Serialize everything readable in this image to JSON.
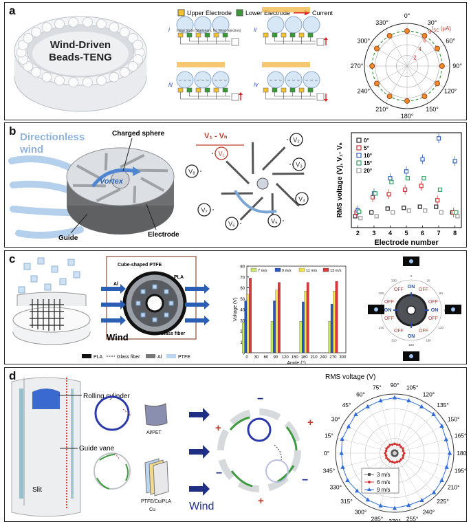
{
  "panel_a": {
    "label": "a",
    "device_title_line1": "Wind-Driven",
    "device_title_line2": "Beads-TENG",
    "legend": [
      "Upper Electrode",
      "Lower Electrode",
      "Current"
    ],
    "steps": [
      "i",
      "ii",
      "iii",
      "iv"
    ],
    "step_i_caption": "Initial State (Stationary, No Wind Injection)",
    "polar": {
      "angle_labels": [
        "0°",
        "30°",
        "60°",
        "90°",
        "120°",
        "150°",
        "180°",
        "210°",
        "240°",
        "270°",
        "300°",
        "330°"
      ],
      "radial_ticks": [
        "2",
        "4",
        "6",
        "8"
      ],
      "unit_label": "I",
      "unit_sub": "SC",
      "unit_suffix": " (μA)"
    },
    "colors": {
      "upper": "#f2c230",
      "lower": "#3a9a3a",
      "current": "#e02020"
    }
  },
  "panel_b": {
    "label": "b",
    "wind_line1": "Directionless",
    "wind_line2": "wind",
    "charged_sphere": "Charged sphere",
    "vortex": "Vortex",
    "guide": "Guide",
    "electrode": "Electrode",
    "formula": "V₁ - Vₙ",
    "voltage_nodes": [
      "V₁",
      "V₂",
      "V₃",
      "V₄",
      "V₅",
      "V₆",
      "V₇",
      "V₈"
    ],
    "chart_data": {
      "type": "scatter",
      "xlabel": "Electrode number",
      "ylabel": "RMS voltage (V), V₁- Vₙ",
      "x": [
        2,
        3,
        4,
        5,
        6,
        7,
        8
      ],
      "series": [
        {
          "name": "0°",
          "color": "#222222",
          "values": [
            0.3,
            0.4,
            0.5,
            0.52,
            0.55,
            0.55,
            0.4
          ]
        },
        {
          "name": "5°",
          "color": "#d03030",
          "values": [
            0.4,
            0.8,
            0.88,
            1.0,
            1.1,
            0.72,
            0.4
          ]
        },
        {
          "name": "10°",
          "color": "#3060c0",
          "values": [
            0.45,
            0.9,
            1.3,
            1.48,
            1.8,
            2.35,
            1.75
          ]
        },
        {
          "name": "15°",
          "color": "#30a060",
          "values": [
            0.42,
            0.9,
            1.2,
            1.3,
            1.3,
            1.0,
            0.4
          ]
        },
        {
          "name": "20°",
          "color": "#999999",
          "values": [
            0.25,
            0.3,
            0.4,
            0.45,
            0.45,
            0.4,
            0.3
          ]
        }
      ]
    }
  },
  "panel_c": {
    "label": "c",
    "cube_ptfe": "Cube-shaped PTFE",
    "pla": "PLA",
    "al": "Al",
    "glass_fiber": "Glass fiber",
    "wind": "Wind",
    "legend": [
      "PLA",
      "Glass fiber",
      "Al",
      "PTFE"
    ],
    "chart_data": {
      "type": "bar",
      "categories": [
        "0",
        "90",
        "180",
        "270"
      ],
      "series": [
        {
          "name": "7 m/s",
          "color": "#c8e66a",
          "values": [
            28,
            29,
            29,
            29
          ]
        },
        {
          "name": "9 m/s",
          "color": "#2a56c6",
          "values": [
            48,
            48,
            47,
            45
          ]
        },
        {
          "name": "11 m/s",
          "color": "#f2e24a",
          "values": [
            54,
            58,
            57,
            57
          ]
        },
        {
          "name": "13 m/s",
          "color": "#d83a3a",
          "values": [
            69,
            65,
            65,
            66
          ]
        }
      ],
      "xlabel": "Angle (°)",
      "ylabel": "Voltage (V)",
      "ylim": [
        0,
        80
      ],
      "yticks": [
        "0",
        "10",
        "20",
        "30",
        "40",
        "50",
        "60",
        "70",
        "80"
      ],
      "xticks": [
        "0",
        "30",
        "60",
        "90",
        "120",
        "150",
        "180",
        "210",
        "240",
        "270",
        "300"
      ]
    },
    "switch_map": {
      "on": "ON",
      "off": "OFF",
      "angles": [
        "0",
        "30",
        "60",
        "90",
        "120",
        "150",
        "180",
        "210",
        "240",
        "270",
        "300",
        "330"
      ]
    }
  },
  "panel_d": {
    "label": "d",
    "rolling_cylinder": "Rolling cylinder",
    "guide_vane": "Guide vane",
    "slit": "Slit",
    "al_pet": "Al/PET",
    "ptfe_cu_pla": "PTFE/Cu/PLA",
    "cu": "Cu",
    "wind": "Wind",
    "chart_data": {
      "type": "line",
      "title": "RMS voltage (V)",
      "angle_labels": [
        "0°",
        "15°",
        "30°",
        "45°",
        "60°",
        "75°",
        "90°",
        "105°",
        "120°",
        "135°",
        "150°",
        "165°",
        "180°",
        "195°",
        "210°",
        "225°",
        "240°",
        "255°",
        "270°",
        "285°",
        "300°",
        "315°",
        "330°",
        "345°"
      ],
      "radial_ticks": [
        "0",
        "25",
        "50",
        "75",
        "100"
      ],
      "series": [
        {
          "name": "3 m/s",
          "color": "#555555",
          "values": [
            5,
            5,
            5,
            5,
            5,
            5,
            5,
            5,
            5,
            5,
            5,
            5,
            5,
            5,
            5,
            5,
            5,
            5,
            5,
            5,
            5,
            5,
            5,
            5
          ]
        },
        {
          "name": "6 m/s",
          "color": "#d03030",
          "values": [
            16,
            15,
            16,
            15,
            16,
            15,
            16,
            15,
            16,
            15,
            16,
            15,
            16,
            15,
            16,
            15,
            16,
            15,
            16,
            15,
            16,
            15,
            16,
            15
          ]
        },
        {
          "name": "9 m/s",
          "color": "#2f6bd8",
          "values": [
            90,
            92,
            90,
            93,
            91,
            92,
            94,
            92,
            91,
            93,
            92,
            90,
            93,
            91,
            92,
            94,
            92,
            91,
            93,
            92,
            91,
            90,
            92,
            91
          ]
        }
      ]
    }
  }
}
